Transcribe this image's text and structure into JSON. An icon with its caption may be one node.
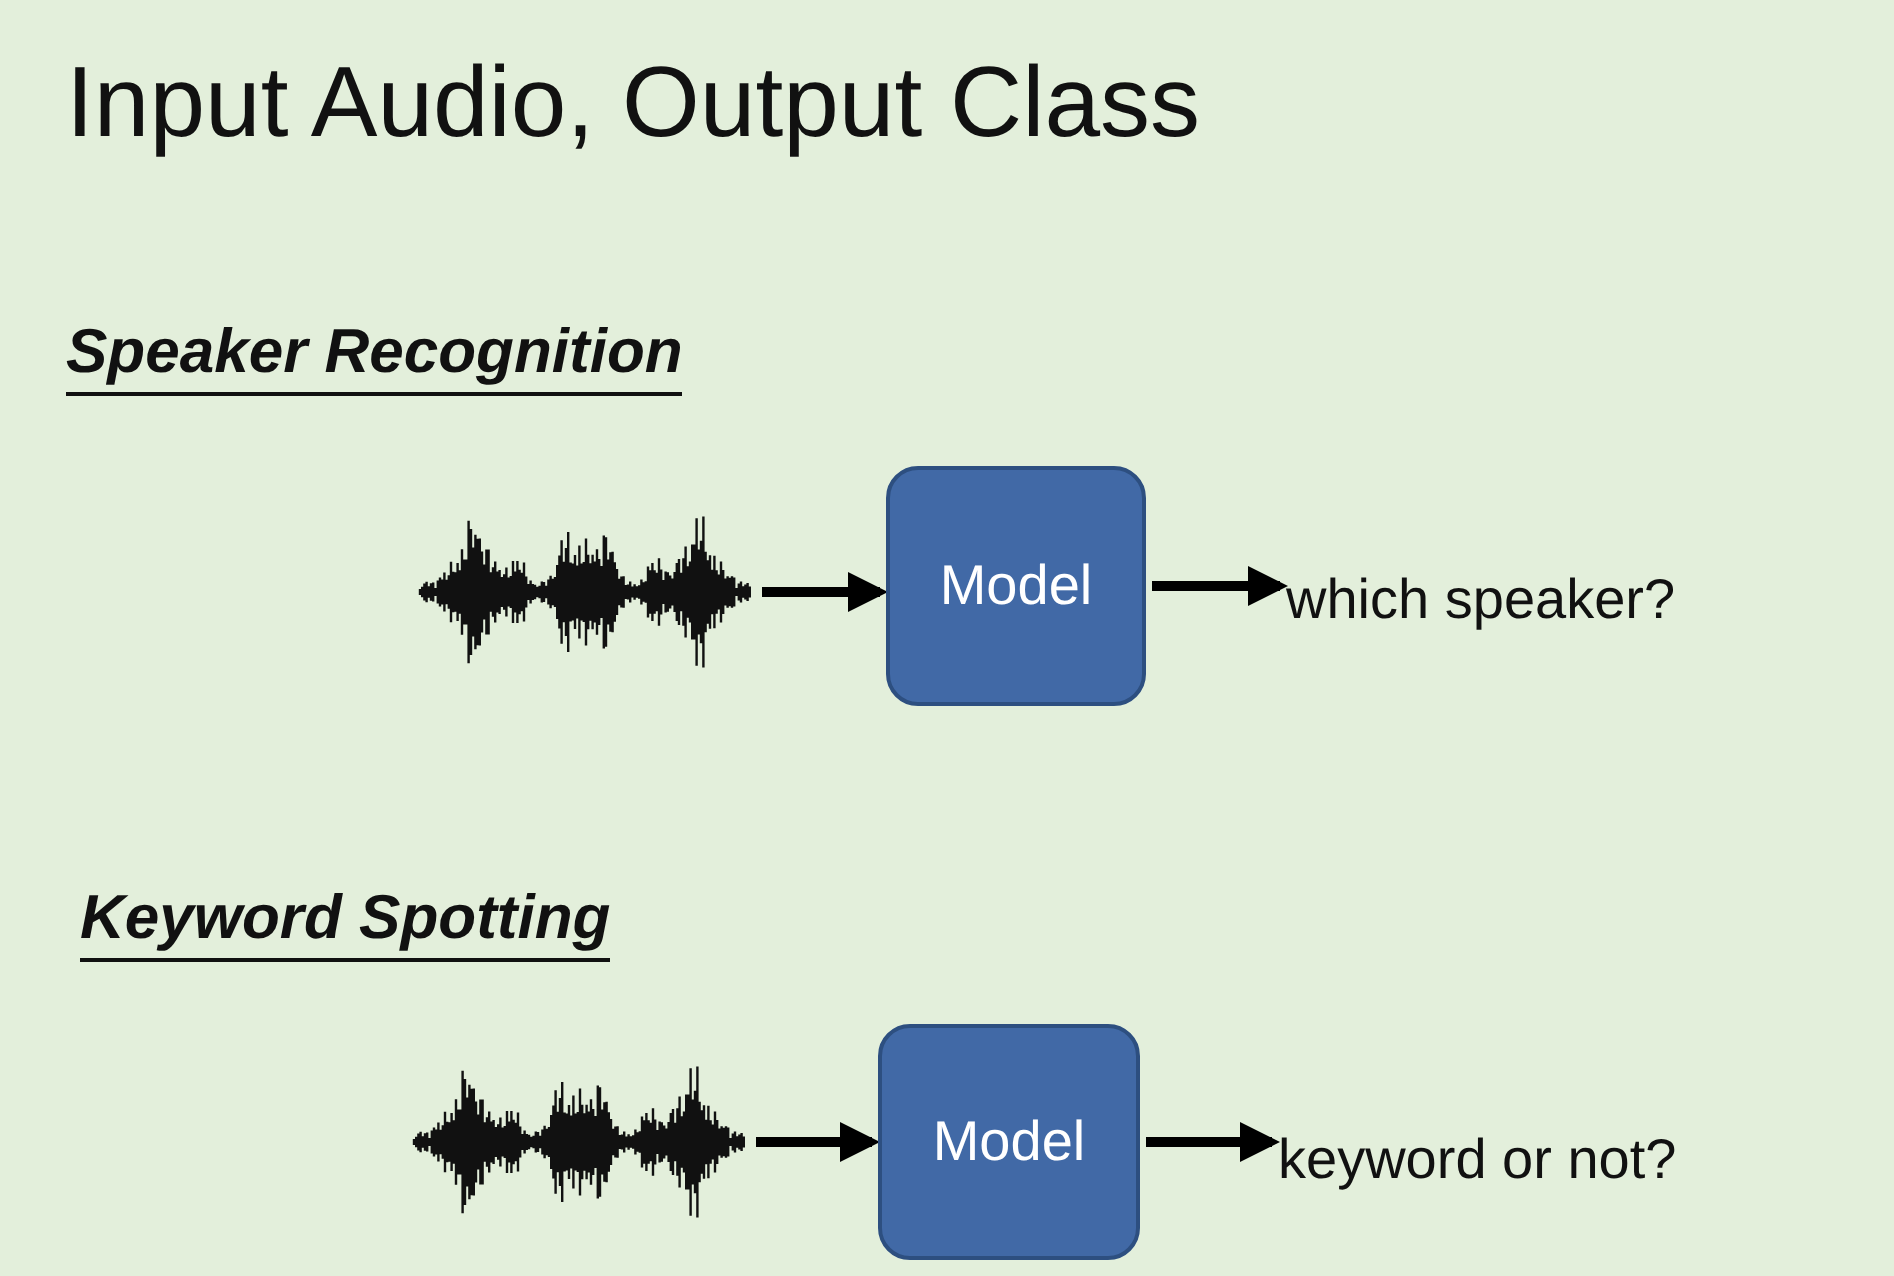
{
  "diagram": {
    "title": "Input Audio, Output Class",
    "nodes": [
      {
        "text": [],
        "shape": "picture"
      },
      {
        "text": [
          "Model"
        ]
      },
      {
        "text": [
          "which speaker?"
        ]
      },
      {
        "text": [],
        "shape": "picture"
      },
      {
        "text": [
          "Model"
        ]
      },
      {
        "text": [
          "keyword or not?"
        ]
      }
    ],
    "edges": [
      {
        "from": 0,
        "to": 1,
        "arrow": "to"
      },
      {
        "from": 1,
        "to": 2,
        "arrow": "to"
      },
      {
        "from": 3,
        "to": 4,
        "arrow": "to"
      },
      {
        "from": 4,
        "to": 5,
        "arrow": "to"
      }
    ],
    "labels": [
      "Speaker Recognition",
      "Keyword Spotting"
    ]
  }
}
